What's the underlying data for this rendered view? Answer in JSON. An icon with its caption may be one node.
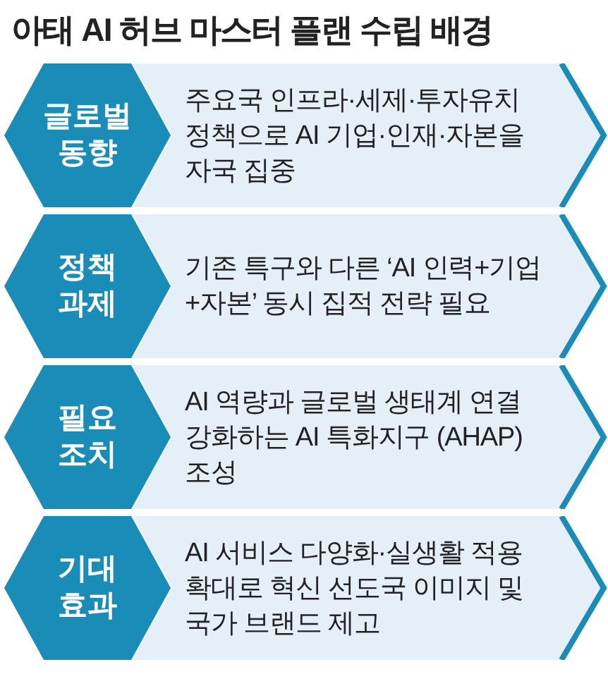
{
  "diagram": {
    "title": "아태 AI 허브 마스터 플랜 수립 배경",
    "nodes": [
      {
        "text": [
          "글로벌 동향"
        ]
      },
      {
        "text": [
          "주요국 인프라·세제·투자유치 정책으로 AI 기업·인재·자본을 자국 집중"
        ]
      },
      {
        "text": [
          "정책 과제"
        ]
      },
      {
        "text": [
          "기존 특구와 다른 ‘AI 인력+기업+자본’ 동시 집적 전략 필요"
        ]
      },
      {
        "text": [
          "필요 조치"
        ]
      },
      {
        "text": [
          "AI 역량과 글로벌 생태계 연결 강화하는 AI 특화지구 (AHAP) 조성"
        ]
      },
      {
        "text": [
          "기대 효과"
        ]
      },
      {
        "text": [
          "AI 서비스 다양화·실생활 적용 확대로 혁신 선도국 이미지 및 국가 브랜드 제고"
        ]
      }
    ]
  }
}
